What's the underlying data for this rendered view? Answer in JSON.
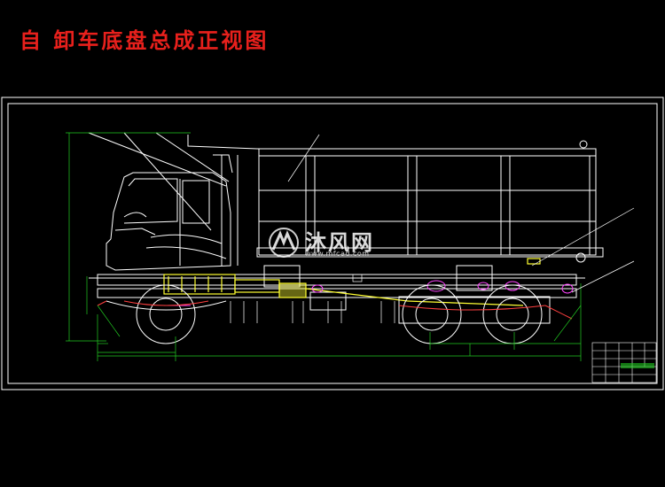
{
  "title": "自 卸车底盘总成正视图",
  "watermark": {
    "logo_text": "沐风网",
    "url": "www.mfcad.com"
  },
  "colors": {
    "background": "#000000",
    "title": "#e8201c",
    "frame": "#ffffff",
    "dimension": "#22cc22",
    "parts": "#ffff33",
    "accents": "#ff44ff"
  }
}
